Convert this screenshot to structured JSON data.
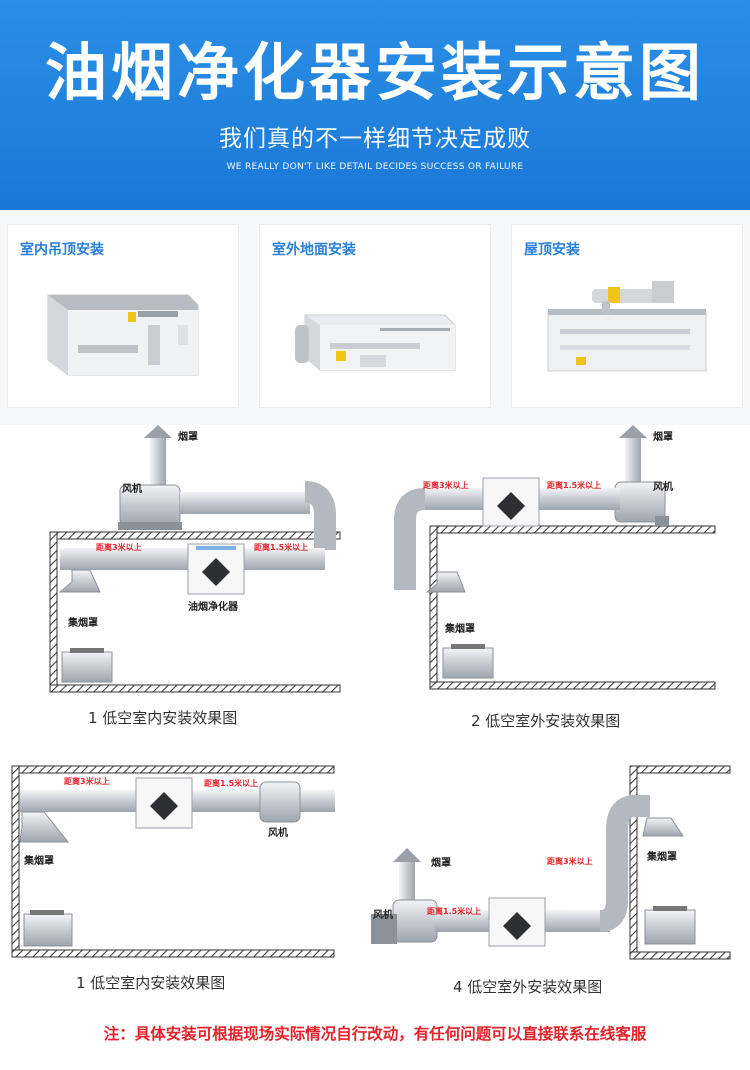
{
  "header": {
    "title": "油烟净化器安装示意图",
    "subtitle": "我们真的不一样细节决定成败",
    "tagline": "WE REALLY DON'T LIKE DETAIL DECIDES SUCCESS OR FAILURE"
  },
  "install_types": [
    {
      "label": "室内吊顶安装"
    },
    {
      "label": "室外地面安装"
    },
    {
      "label": "屋顶安装"
    }
  ],
  "diagrams": [
    {
      "caption": "1 低空室内安装效果图",
      "labels": {
        "smoke": "烟罩",
        "fan": "风机",
        "hood": "集烟罩",
        "purifier": "油烟净化器"
      },
      "distances": {
        "d1": "距离3米以上",
        "d2": "距离1.5米以上"
      }
    },
    {
      "caption": "2 低空室外安装效果图",
      "labels": {
        "smoke": "烟罩",
        "fan": "风机",
        "hood": "集烟罩"
      },
      "distances": {
        "d1": "距离3米以上",
        "d2": "距离1.5米以上"
      }
    },
    {
      "caption": "1 低空室内安装效果图",
      "labels": {
        "fan": "风机",
        "hood": "集烟罩"
      },
      "distances": {
        "d1": "距离3米以上",
        "d2": "距离1.5米以上"
      }
    },
    {
      "caption": "4 低空室外安装效果图",
      "labels": {
        "smoke": "烟罩",
        "fan": "风机",
        "hood": "集烟罩"
      },
      "distances": {
        "d1": "距离3米以上",
        "d2": "距离1.5米以上"
      }
    }
  ],
  "footer": {
    "note": "注：具体安装可根据现场实际情况自行改动，有任何问题可以直接联系在线客服"
  },
  "colors": {
    "banner": "#1f82dc",
    "accent": "#2a7fd8",
    "warning": "#e3232b"
  }
}
